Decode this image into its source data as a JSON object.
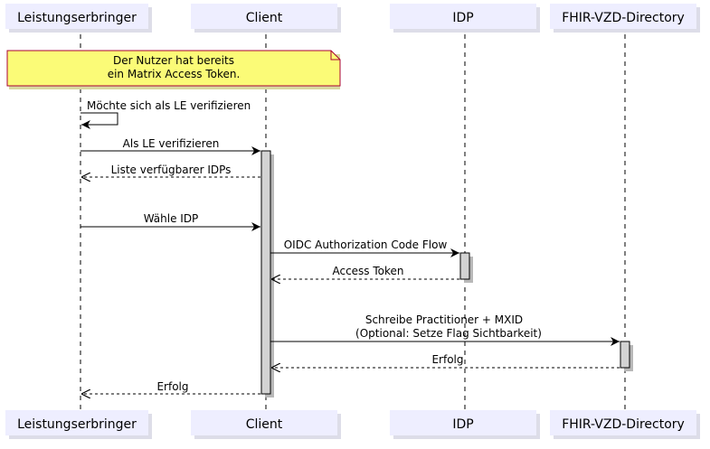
{
  "participants": {
    "le": "Leistungserbringer",
    "client": "Client",
    "idp": "IDP",
    "fhir": "FHIR-VZD-Directory"
  },
  "note": {
    "line1": "Der Nutzer hat bereits",
    "line2": "ein Matrix Access Token."
  },
  "messages": {
    "m1": "Möchte sich als LE verifizieren",
    "m2": "Als LE verifizieren",
    "m3": "Liste verfügbarer IDPs",
    "m4": "Wähle IDP",
    "m5": "OIDC Authorization Code Flow",
    "m6": "Access Token",
    "m7_line1": "Schreibe Practitioner + MXID",
    "m7_line2": "(Optional: Setze Flag Sichtbarkeit)",
    "m8": "Erfolg",
    "m9": "Erfolg"
  },
  "colors": {
    "participant_fill": "#EEEEFF",
    "participant_border": "#A8A8D8",
    "note_fill": "#FBFB77",
    "note_border": "#A80036",
    "activation_fill": "#D3D3D3",
    "line": "#000000"
  }
}
